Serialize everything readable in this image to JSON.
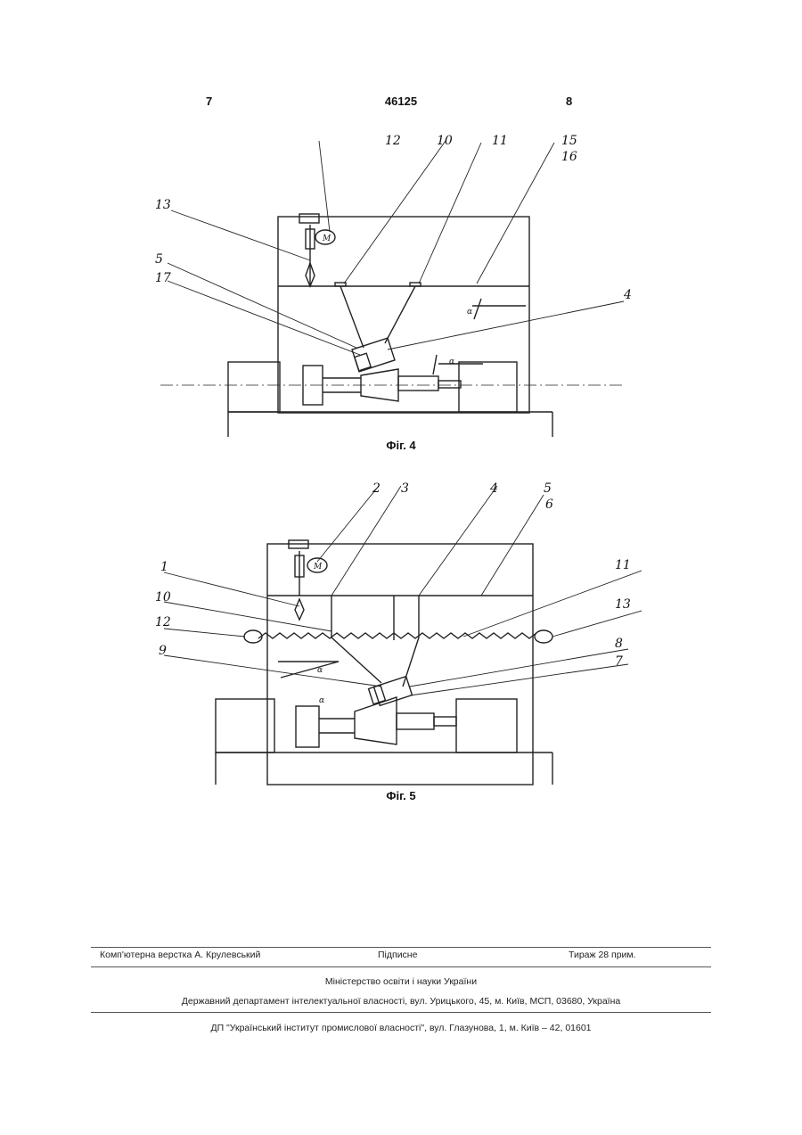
{
  "header": {
    "page_left": "7",
    "patent_number": "46125",
    "page_right": "8"
  },
  "figure4": {
    "caption": "Фіг. 4",
    "labels": [
      "12",
      "10",
      "11",
      "15",
      "16",
      "13",
      "5",
      "17",
      "4"
    ],
    "motor_label": "М",
    "angle_label": "α"
  },
  "figure5": {
    "caption": "Фіг. 5",
    "labels": [
      "2",
      "3",
      "4",
      "5",
      "6",
      "1",
      "11",
      "10",
      "13",
      "12",
      "9",
      "8",
      "7"
    ],
    "motor_label": "М",
    "angle_label": "α"
  },
  "imprint": {
    "layout": "Комп'ютерна верстка А. Крулевський",
    "signed": "Підписне",
    "circulation": "Тираж 28 прим.",
    "ministry": "Міністерство освіти і науки України",
    "department": "Державний департамент інтелектуальної власності, вул. Урицького, 45, м. Київ, МСП, 03680, Україна",
    "institute": "ДП \"Український інститут промислової власності\", вул. Глазунова, 1, м. Київ – 42, 01601"
  }
}
